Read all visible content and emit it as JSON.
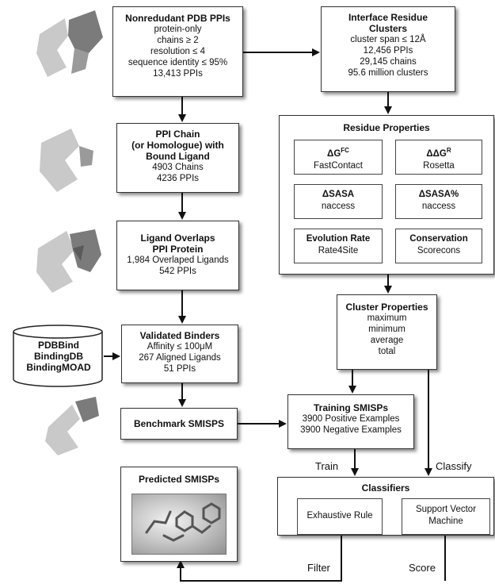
{
  "boxes": {
    "nonredundant": {
      "title": "Nonredudant PDB PPIs",
      "lines": [
        "protein-only",
        "chains ≥ 2",
        "resolution ≤ 4",
        "sequence identity ≤ 95%",
        "13,413 PPIs"
      ]
    },
    "interface": {
      "title1": "Interface Residue",
      "title2": "Clusters",
      "lines": [
        "cluster span ≤ 12Å",
        "12,456 PPIs",
        "29,145 chains",
        "95.6 million clusters"
      ]
    },
    "ppi_chain": {
      "title_lines": [
        "PPI Chain",
        "(or Homologue) with",
        "Bound Ligand"
      ],
      "lines": [
        "4903 Chains",
        "4236 PPIs"
      ]
    },
    "residue_properties": {
      "title": "Residue Properties",
      "cells": [
        {
          "name": "ΔG",
          "sup": "FC",
          "sub": "FastContact"
        },
        {
          "name": "ΔΔG",
          "sup": "R",
          "sub": "Rosetta"
        },
        {
          "name": "ΔSASA",
          "sup": "",
          "sub": "naccess"
        },
        {
          "name": "ΔSASA%",
          "sup": "",
          "sub": "naccess"
        },
        {
          "name": "Evolution Rate",
          "sup": "",
          "sub": "Rate4Site"
        },
        {
          "name": "Conservation",
          "sup": "",
          "sub": "Scorecons"
        }
      ]
    },
    "ligand_overlaps": {
      "title_lines": [
        "Ligand Overlaps",
        "PPI Protein"
      ],
      "lines": [
        "1,984 Overlaped Ligands",
        "542 PPIs"
      ]
    },
    "cluster_properties": {
      "title": "Cluster Properties",
      "lines": [
        "maximum",
        "minimum",
        "average",
        "total"
      ]
    },
    "databases": {
      "lines": [
        "PDBBind",
        "BindingDB",
        "BindingMOAD"
      ]
    },
    "validated_binders": {
      "title": "Validated Binders",
      "lines": [
        "Affinity ≤ 100μM",
        "267 Aligned Ligands",
        "51 PPIs"
      ]
    },
    "benchmark": {
      "title": "Benchmark SMISPS"
    },
    "training": {
      "title": "Training SMISPs",
      "lines": [
        "3900 Positive Examples",
        "3900 Negative Examples"
      ]
    },
    "predicted": {
      "title": "Predicted SMISPs"
    },
    "classifiers": {
      "title": "Classifiers",
      "exhaustive": "Exhaustive Rule",
      "svm_lines": [
        "Support Vector",
        "Machine"
      ]
    }
  },
  "edge_labels": {
    "train": "Train",
    "classify": "Classify",
    "filter": "Filter",
    "score": "Score"
  }
}
